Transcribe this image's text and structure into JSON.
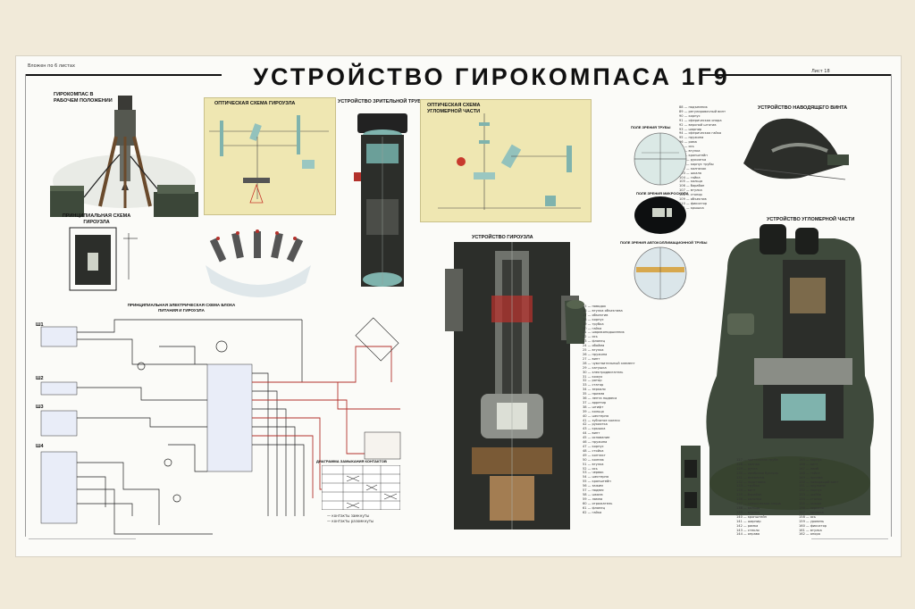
{
  "poster": {
    "title": "УСТРОЙСТВО ГИРОКОМПАСА 1Г9",
    "corner_note": "Вложен по 6 листах",
    "sheet_note": "Лист 18"
  },
  "sections": {
    "gyro_working": "ГИРОКОМПАС В РАБОЧЕМ ПОЛОЖЕНИИ",
    "optical_gyro": "ОПТИЧЕСКАЯ СХЕМА ГИРОУЗЛА",
    "eyepiece": "УСТРОЙСТВО ЗРИТЕЛЬНОЙ ТРУБЫ",
    "optical_goniometer": "ОПТИЧЕСКАЯ СХЕМА УГЛОМЕРНОЙ ЧАСТИ",
    "gyro_unit": "УСТРОЙСТВО ГИРОУЗЛА",
    "principal_gyro": "ПРИНЦИПИАЛЬНАЯ СХЕМА ГИРОУЗЛА",
    "electrical": "ПРИНЦИПИАЛЬНАЯ ЭЛЕКТРИЧЕСКАЯ СХЕМА БЛОКА ПИТАНИЯ И ГИРОУЗЛА",
    "view_field": "ПОЛЕ ЗРЕНИЯ ТРУБЫ",
    "field_micro": "ПОЛЕ ЗРЕНИЯ МИКРОСКОПА",
    "field_auto": "ПОЛЕ ЗРЕНИЯ АВТОКОЛЛИМАЦИОННОЙ ТРУБЫ",
    "screw": "УСТРОЙСТВО НАВОДЯЩЕГО ВИНТА",
    "goniometer": "УСТРОЙСТВО УГЛОМЕРНОЙ ЧАСТИ",
    "switch_table": "ДИАГРАММА ЗАМЫКАНИЯ КОНТАКТОВ"
  },
  "connectors": [
    "Ш1",
    "Ш2",
    "Ш3",
    "Ш4"
  ],
  "legend_closed": "— контакты замкнуты",
  "legend_open": "— контакты разомкнуты",
  "colors": {
    "background": "#f1ead9",
    "poster": "#fbfbf8",
    "yellow_panel": "#efe7b2",
    "cutaway_dark": "#2c2e2a",
    "olive": "#3f4a3c",
    "wire_red": "#b3322c",
    "lens_teal": "#7fb3ad"
  }
}
